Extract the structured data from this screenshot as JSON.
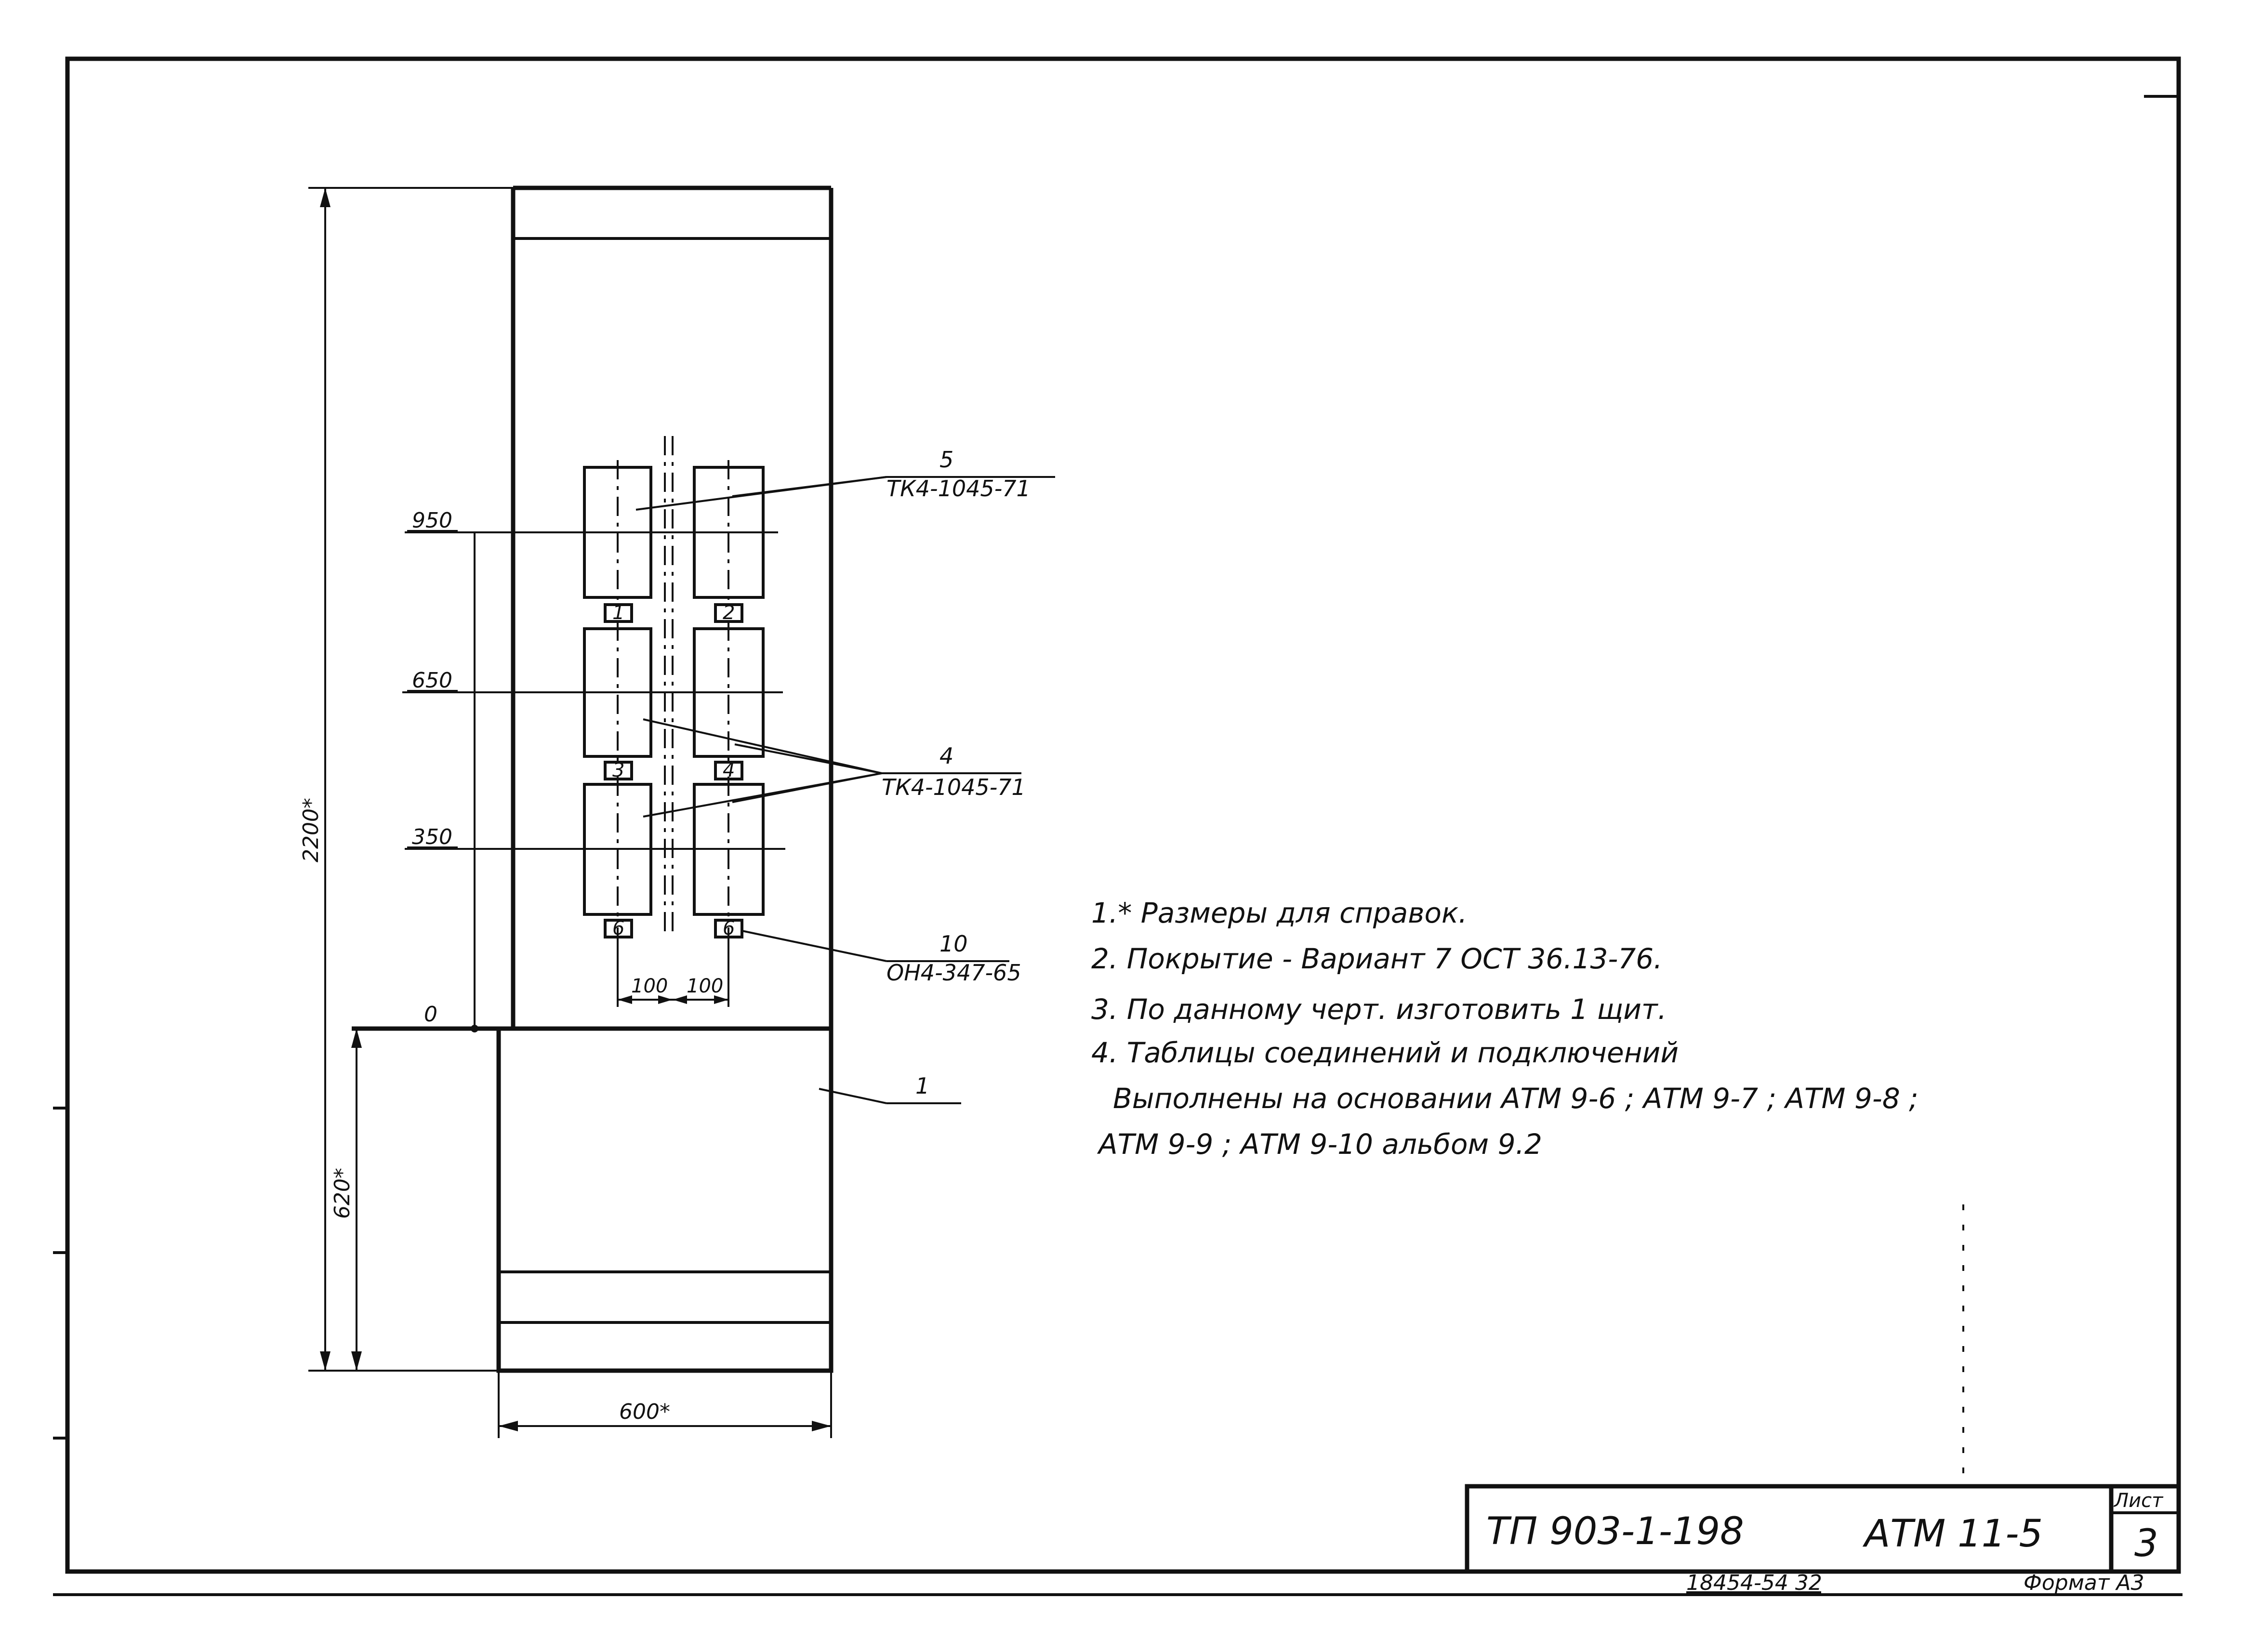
{
  "drawing": {
    "dimensions": {
      "height_total": "2200*",
      "height_base": "620*",
      "width": "600*",
      "level_950": "950",
      "level_650": "650",
      "level_350": "350",
      "level_0": "0",
      "pitch_left": "100",
      "pitch_right": "100"
    },
    "device_numbers": [
      "1",
      "2",
      "3",
      "4",
      "6",
      "6"
    ],
    "callouts": [
      {
        "pos": "5",
        "code": "ТК4-1045-71"
      },
      {
        "pos": "4",
        "code": "ТК4-1045-71"
      },
      {
        "pos": "10",
        "code": "ОН4-347-65"
      },
      {
        "pos": "1",
        "code": ""
      }
    ]
  },
  "notes": [
    "1.* Размеры для справок.",
    "2. Покрытие - Вариант 7  ОСТ 36.13-76.",
    "3. По данному черт. изготовить 1 щит.",
    "4. Таблицы соединений и подключений",
    "Выполнены на основании АТМ 9-6 ; АТМ 9-7 ; АТМ 9-8 ;",
    "АТМ 9-9 ; АТМ 9-10  альбом  9.2"
  ],
  "title_block": {
    "project": "ТП 903-1-198",
    "doc": "АТМ 11-5",
    "sheet_label": "Лист",
    "sheet": "3",
    "inventory": "18454-54  32",
    "format": "Формат А3"
  }
}
